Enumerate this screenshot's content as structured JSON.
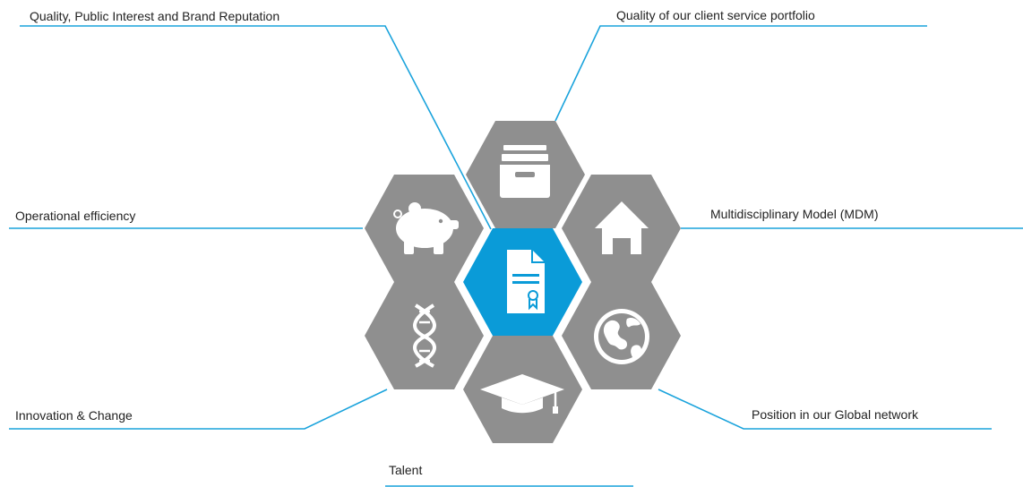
{
  "labels": {
    "quality_reputation": "Quality, Public Interest and Brand Reputation",
    "client_service": "Quality of our client service portfolio",
    "operational": "Operational efficiency",
    "mdm": "Multidisciplinary Model (MDM)",
    "innovation": "Innovation & Change",
    "global_network": "Position in our Global network",
    "talent": "Talent"
  },
  "hexagons": [
    {
      "id": "client-service",
      "icon": "file-cabinet-icon",
      "color": "#8f8f8f"
    },
    {
      "id": "operational",
      "icon": "piggy-bank-icon",
      "color": "#8f8f8f"
    },
    {
      "id": "mdm",
      "icon": "house-icon",
      "color": "#8f8f8f"
    },
    {
      "id": "quality-reputation",
      "icon": "certificate-document-icon",
      "color": "#0a9bd8"
    },
    {
      "id": "innovation",
      "icon": "dna-icon",
      "color": "#8f8f8f"
    },
    {
      "id": "global-network",
      "icon": "globe-icon",
      "color": "#8f8f8f"
    },
    {
      "id": "talent",
      "icon": "graduation-cap-icon",
      "color": "#8f8f8f"
    }
  ],
  "colors": {
    "accent": "#0a9bd8",
    "hex_gray": "#8f8f8f",
    "connector": "#1aa3dc",
    "text": "#222222"
  }
}
